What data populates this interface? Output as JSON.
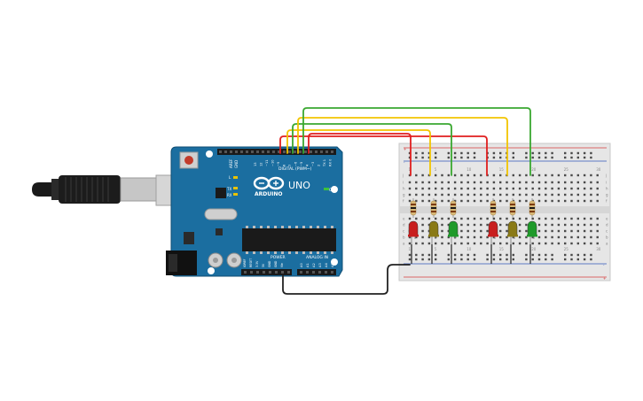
{
  "board": {
    "logo_text": "ARDUINO",
    "model_text": "UNO",
    "digital_label": "DIGITAL (PWM~)",
    "power_label": "POWER",
    "analog_label": "ANALOG IN",
    "on_label": "ON",
    "l_label": "L",
    "tx_label": "TX",
    "rx_label": "RX",
    "aref_label": "AREF",
    "gnd_label": "GND",
    "digital_pins": [
      "13",
      "12",
      "~11",
      "~10",
      "~9",
      "8",
      "7",
      "~6",
      "~5",
      "4",
      "~3",
      "2",
      "TX 1",
      "RX 0"
    ],
    "power_pins": [
      "IOREF",
      "RESET",
      "3.3V",
      "5V",
      "GND",
      "GND",
      "Vin"
    ],
    "analog_pins": [
      "A0",
      "A1",
      "A2",
      "A3",
      "A4",
      "A5"
    ]
  },
  "breadboard": {
    "rows_top": [
      "j",
      "i",
      "h",
      "g",
      "f"
    ],
    "rows_bottom": [
      "e",
      "d",
      "c",
      "b",
      "a"
    ],
    "rail_plus": "+",
    "rail_minus": "-",
    "columns": [
      "1",
      "5",
      "10",
      "15",
      "20",
      "25",
      "30"
    ]
  },
  "leds": [
    {
      "name": "red",
      "color": "#c81e1e"
    },
    {
      "name": "yellow",
      "color": "#8a7a16"
    },
    {
      "name": "green",
      "color": "#1f9a2a"
    },
    {
      "name": "red",
      "color": "#c81e1e"
    },
    {
      "name": "yellow",
      "color": "#8a7a16"
    },
    {
      "name": "green",
      "color": "#1f9a2a"
    }
  ],
  "wire_colors": {
    "red": "#e01f1f",
    "yellow": "#f2c500",
    "green": "#3aa830",
    "black": "#222222"
  },
  "colors": {
    "arduino_blue": "#1b6ea0",
    "breadboard": "#e6e6e6"
  }
}
